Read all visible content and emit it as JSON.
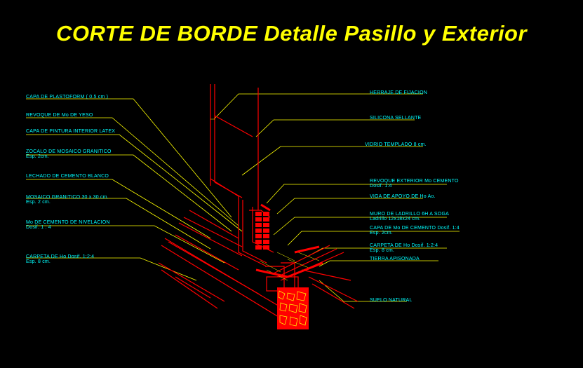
{
  "title": "CORTE  DE  BORDE  Detalle Pasillo y Exterior",
  "left_labels": [
    {
      "line1": "CAPA DE PLASTOFORM   ( 0.5 cm )",
      "line2": ""
    },
    {
      "line1": "REVOQUE DE Mo DE YESO",
      "line2": ""
    },
    {
      "line1": "CAPA DE PINTURA INTERIOR LATEX",
      "line2": ""
    },
    {
      "line1": "ZOCALO DE MOSAICO GRANITICO",
      "line2": "Esp. 2cm."
    },
    {
      "line1": "LECHADO DE CEMENTO BLANCO",
      "line2": ""
    },
    {
      "line1": "MOSAICO GRANITICO 30 x 30 cm.",
      "line2": "Esp. 2 cm."
    },
    {
      "line1": "Mo DE CEMENTO DE NIVELACION",
      "line2": "Dosif. 1 : 4"
    },
    {
      "line1": "CARPETA DE Ho Dosif. 1:2:4",
      "line2": "Esp. 8 cm."
    }
  ],
  "right_labels": [
    {
      "line1": "HERRAJE DE FIJACION",
      "line2": ""
    },
    {
      "line1": "SILICONA SELLANTE",
      "line2": ""
    },
    {
      "line1": "VIDRIO TEMPLADO 8 cm.",
      "line2": ""
    },
    {
      "line1": "REVOQUE EXTERIOR Mo CEMENTO",
      "line2": "Dosif. 1:4"
    },
    {
      "line1": "VIGA DE APOYO DE Ho Ao.",
      "line2": ""
    },
    {
      "line1": "MURO DE LADRILLO 6H A SOGA",
      "line2": "Ladrillo 12x18x24 cm."
    },
    {
      "line1": "CAPA DE Mo DE CEMENTO Dosif. 1:4",
      "line2": "Esp. 2cm."
    },
    {
      "line1": "CARPETA DE Ho Dosif. 1:2:4",
      "line2": "Esp. 8 cm."
    },
    {
      "line1": "TIERRA APISONADA",
      "line2": ""
    },
    {
      "line1": "SUELO NATURAL",
      "line2": ""
    }
  ],
  "colors": {
    "background": "#000000",
    "title": "#ffff00",
    "label_text": "#00ffff",
    "leader_line": "#ffff00",
    "drawing": "#ff0000",
    "hatch": "#ffff00"
  }
}
